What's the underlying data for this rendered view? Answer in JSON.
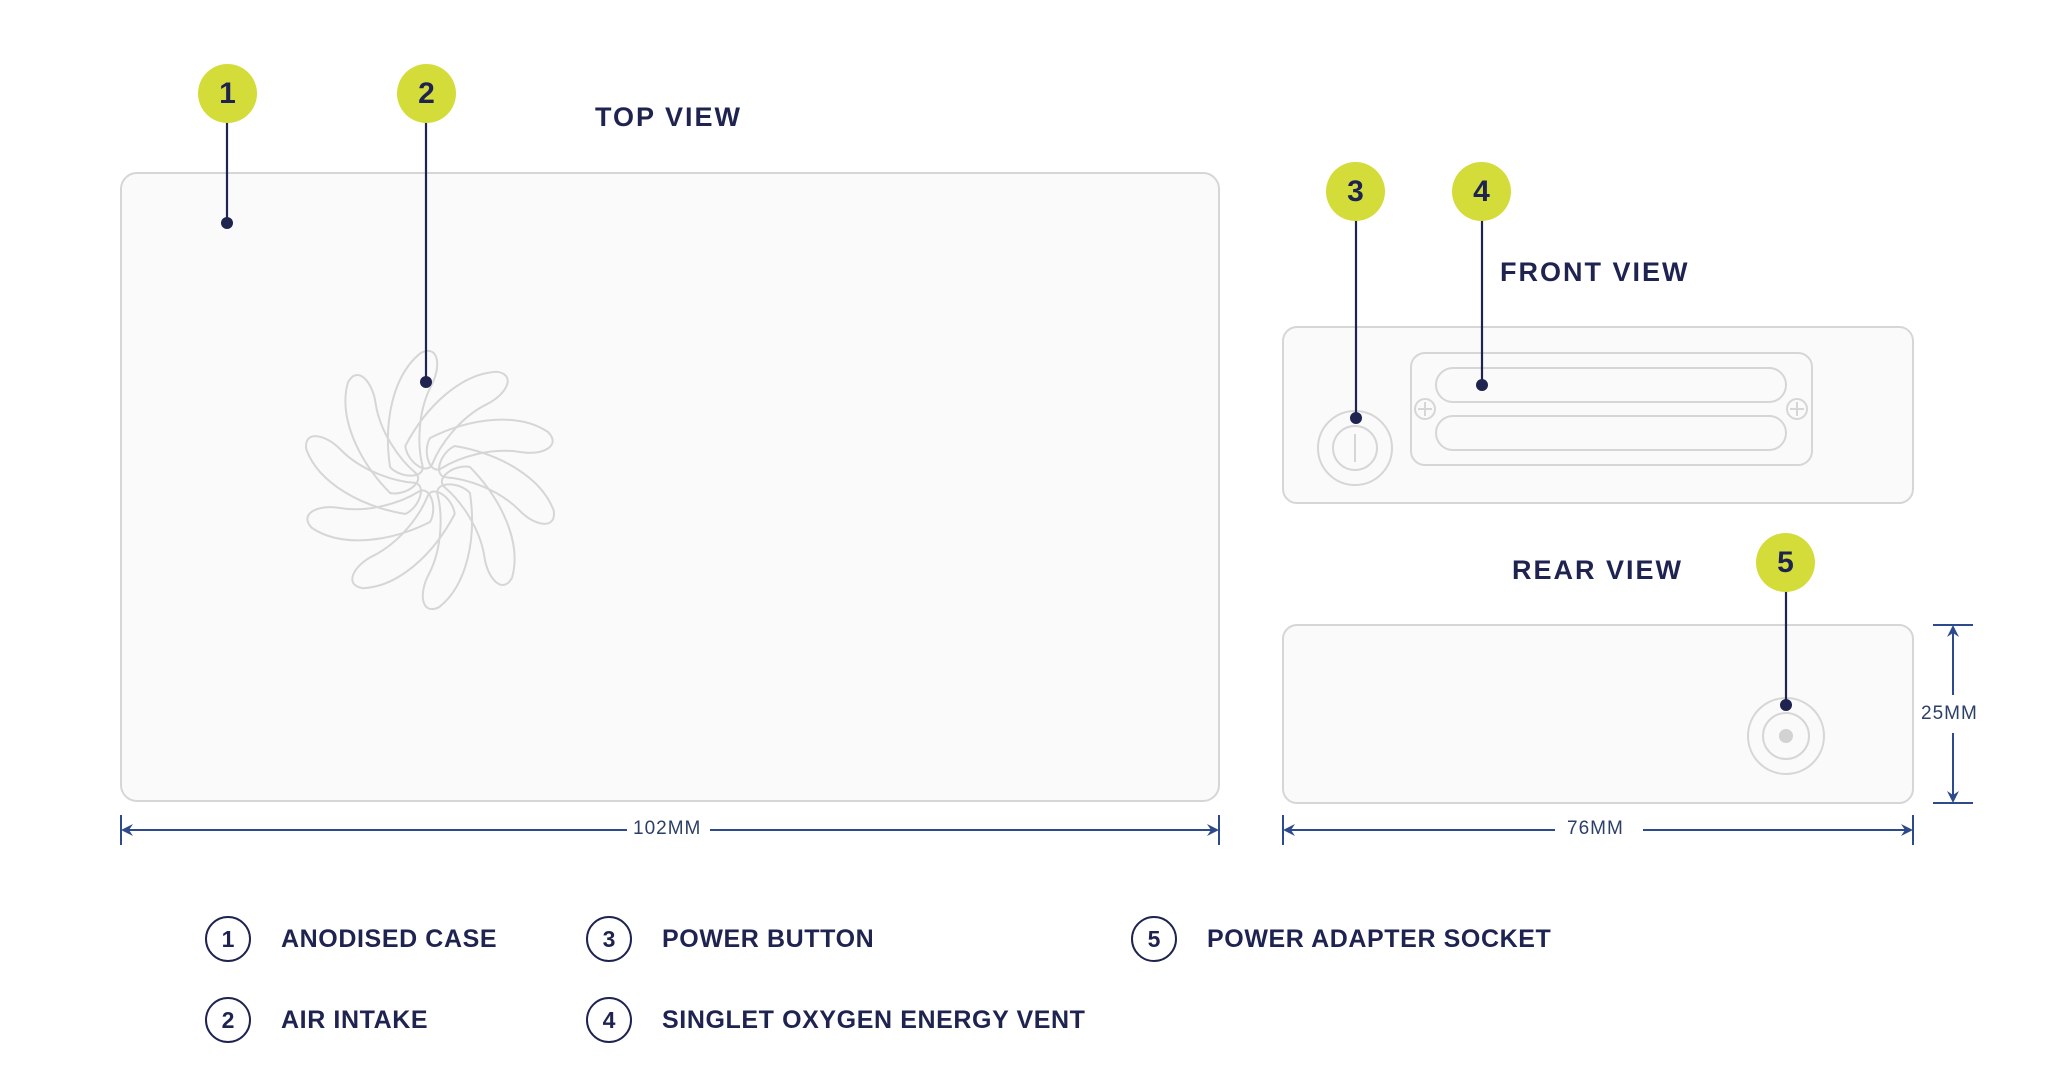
{
  "views": {
    "top": "TOP VIEW",
    "front": "FRONT VIEW",
    "rear": "REAR VIEW"
  },
  "dimensions": {
    "width_top": "102MM",
    "width_rear": "76MM",
    "height_rear": "25MM"
  },
  "markers": [
    "1",
    "2",
    "3",
    "4",
    "5"
  ],
  "legend": [
    {
      "number": "1",
      "label": "ANODISED CASE"
    },
    {
      "number": "2",
      "label": "AIR INTAKE"
    },
    {
      "number": "3",
      "label": "POWER BUTTON"
    },
    {
      "number": "4",
      "label": "SINGLET OXYGEN ENERGY VENT"
    },
    {
      "number": "5",
      "label": "POWER ADAPTER SOCKET"
    }
  ],
  "colors": {
    "marker_fill": "#d4dc3a",
    "text": "#1f2350",
    "dimension_line": "#2c4a8c",
    "outline": "#d6d6d6",
    "panel_fill": "#fafafa"
  }
}
